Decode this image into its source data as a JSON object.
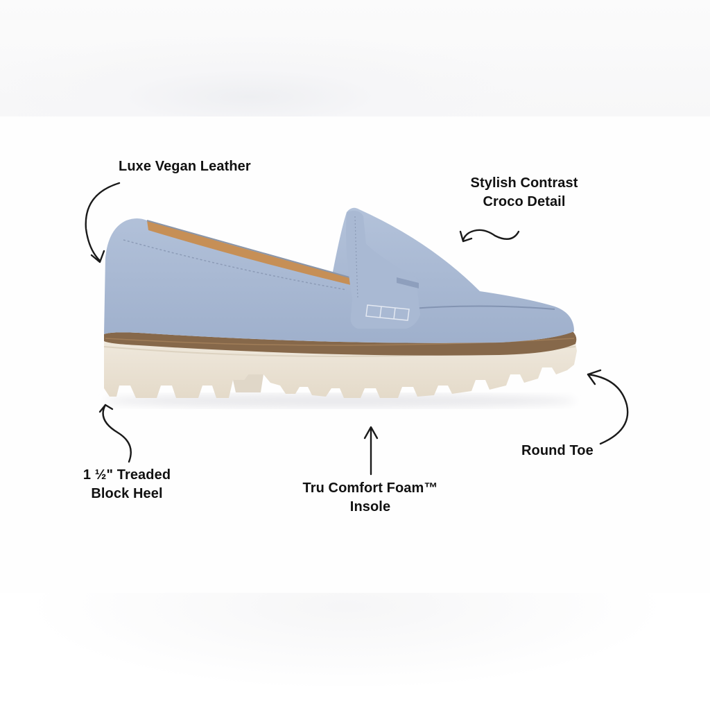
{
  "image": {
    "type": "product-feature-callout",
    "product": "penny loafer",
    "colors": {
      "upper": "#a8b8d2",
      "upper_shade": "#93a5c2",
      "lining": "#c68f56",
      "welt": "#86684a",
      "sole": "#ece4d6",
      "sole_shade": "#d6cbb8",
      "text": "#111111",
      "arrow": "#1a1a1a"
    }
  },
  "callouts": [
    {
      "id": "luxe-vegan-leather",
      "lines": [
        "Luxe Vegan Leather"
      ]
    },
    {
      "id": "croco-detail",
      "lines": [
        "Stylish Contrast",
        "Croco Detail"
      ]
    },
    {
      "id": "round-toe",
      "lines": [
        "Round Toe"
      ]
    },
    {
      "id": "block-heel",
      "lines": [
        "1 ½\" Treaded",
        "Block Heel"
      ]
    },
    {
      "id": "comfort-insole",
      "lines": [
        "Tru Comfort Foam™",
        "Insole"
      ]
    }
  ]
}
